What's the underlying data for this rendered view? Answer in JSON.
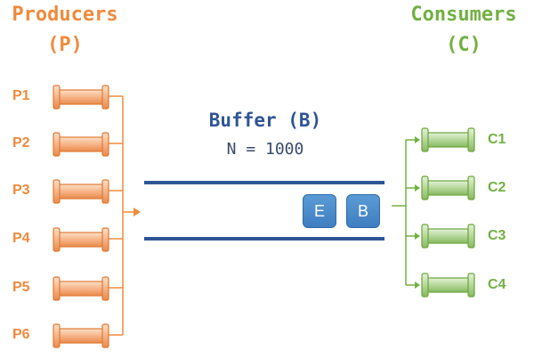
{
  "producers": {
    "title_line1": "Producers",
    "title_line2": "(P)",
    "items": [
      {
        "label": "P1"
      },
      {
        "label": "P2"
      },
      {
        "label": "P3"
      },
      {
        "label": "P4"
      },
      {
        "label": "P5"
      },
      {
        "label": "P6"
      }
    ]
  },
  "consumers": {
    "title_line1": "Consumers",
    "title_line2": "(C)",
    "items": [
      {
        "label": "C1"
      },
      {
        "label": "C2"
      },
      {
        "label": "C3"
      },
      {
        "label": "C4"
      }
    ]
  },
  "buffer": {
    "title": "Buffer (B)",
    "capacity": "N = 1000",
    "tokens": [
      {
        "label": "E"
      },
      {
        "label": "B"
      }
    ]
  },
  "colors": {
    "producer": "#f08a3c",
    "consumer": "#72b043",
    "buffer": "#2f5597",
    "token": "#4a89c8"
  }
}
